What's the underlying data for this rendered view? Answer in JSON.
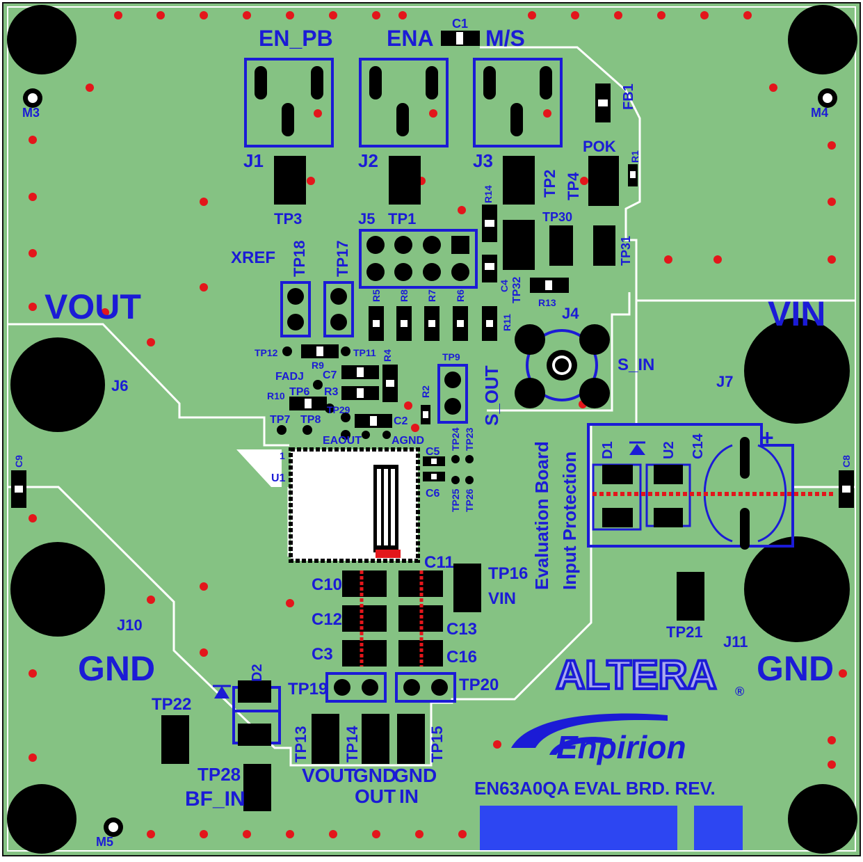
{
  "colors": {
    "board": "#85c283",
    "copper_line": "#ffffff",
    "silk": "#1b1bd6",
    "pad": "#000000",
    "via": "#e3161b",
    "logo_fill": "#a9a9ee",
    "title_block": "#2d46f2"
  },
  "labels": {
    "en_pb": "EN_PB",
    "ena": "ENA",
    "m_s": "M/S",
    "c1": "C1",
    "fb1": "FB1",
    "pok": "POK",
    "r1": "R1",
    "j1": "J1",
    "j2": "J2",
    "j3": "J3",
    "tp2": "TP2",
    "tp4": "TP4",
    "r14": "R14",
    "tp3": "TP3",
    "j5": "J5",
    "tp1": "TP1",
    "tp30": "TP30",
    "xref": "XREF",
    "tp18": "TP18",
    "tp17": "TP17",
    "tp31": "TP31",
    "c4": "C4",
    "tp32": "TP32",
    "r13": "R13",
    "r5": "R5",
    "r8": "R8",
    "r7": "R7",
    "r6": "R6",
    "r11": "R11",
    "j4": "J4",
    "vout": "VOUT",
    "vin": "VIN",
    "tp12": "TP12",
    "r9": "R9",
    "tp11": "TP11",
    "r4": "R4",
    "tp9": "TP9",
    "s_in": "S_IN",
    "fadj": "FADJ",
    "c7": "C7",
    "tp6": "TP6",
    "r3": "R3",
    "r2": "R2",
    "j6": "J6",
    "j7": "J7",
    "r10": "R10",
    "tp29": "TP29",
    "s_out": "S_OUT",
    "tp7": "TP7",
    "tp8": "TP8",
    "c2": "C2",
    "eaout": "EAOUT",
    "agnd": "AGND",
    "pin1": "1",
    "u1": "U1",
    "c5": "C5",
    "tp24": "TP24",
    "tp23": "TP23",
    "c6": "C6",
    "tp25": "TP25",
    "tp26": "TP26",
    "eval_board": "Evaluation Board",
    "input_protection": "Input Protection",
    "d1": "D1",
    "u2": "U2",
    "c14": "C14",
    "plus": "+",
    "c9": "C9",
    "c8": "C8",
    "m3": "M3",
    "m4": "M4",
    "m5": "M5",
    "c11": "C11",
    "tp16": "TP16",
    "vin_tp16": "VIN",
    "c10": "C10",
    "c12": "C12",
    "c13": "C13",
    "c3": "C3",
    "c16": "C16",
    "j10": "J10",
    "tp21": "TP21",
    "j11": "J11",
    "gnd_left": "GND",
    "gnd_right": "GND",
    "d2": "D2",
    "tp19": "TP19",
    "tp20": "TP20",
    "tp22": "TP22",
    "tp13": "TP13",
    "tp14": "TP14",
    "tp15": "TP15",
    "tp28": "TP28",
    "bf_in": "BF_IN",
    "vout_bottom": "VOUT",
    "gnd_out": "GND",
    "out": "OUT",
    "gnd_in": "GND",
    "in": "IN",
    "altera": "ALTERA",
    "registered": "®",
    "enpirion": "Enpirion",
    "board_rev": "EN63A0QA  EVAL  BRD.  REV."
  }
}
